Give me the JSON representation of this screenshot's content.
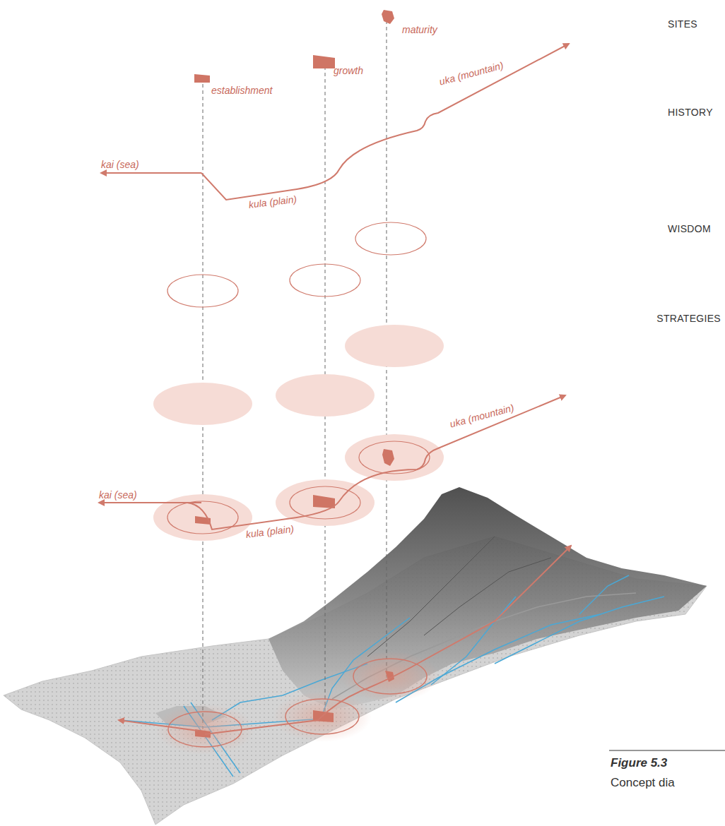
{
  "diagram": {
    "labels": [
      "SITES",
      "HISTORY",
      "WISDOM",
      "STRATEGIES",
      "maturity",
      "growth",
      "establishment",
      "uka (mountain)",
      "kai (sea)",
      "kula (plain)",
      "uka (mountain)",
      "kai (sea)",
      "kula (plain)",
      "Figure 5.3",
      "Concept dia"
    ]
  }
}
